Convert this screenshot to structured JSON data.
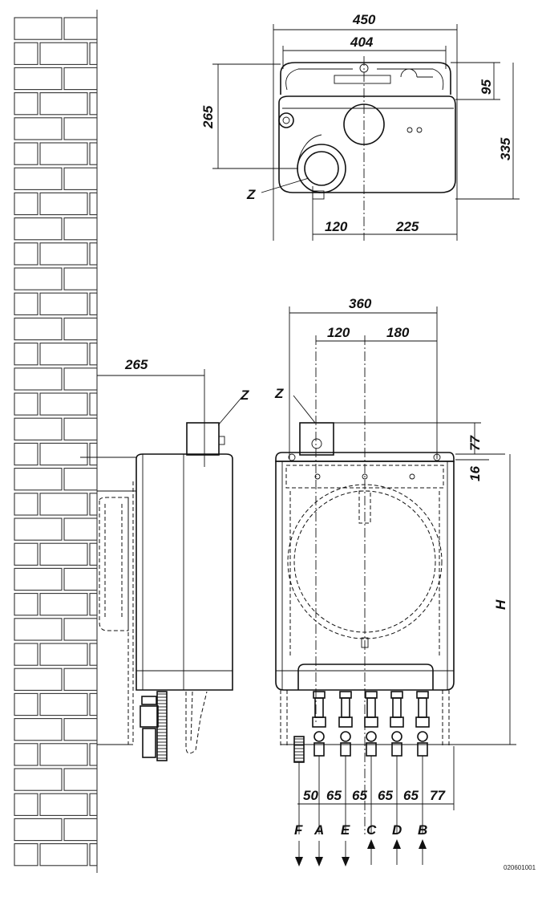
{
  "top_view": {
    "dim_overall_width": "450",
    "dim_inner_width": "404",
    "dim_depth_left": "265",
    "dim_bracket": "95",
    "dim_depth_right": "335",
    "dim_flue_offset": "120",
    "dim_flue_to_side": "225",
    "flue_label": "Z"
  },
  "side_view": {
    "dim_wall_to_flue": "265",
    "flue_label": "Z"
  },
  "front_view": {
    "dim_width": "360",
    "dim_left_to_flue": "120",
    "dim_flue_to_right": "180",
    "dim_flue_height": "77",
    "dim_bracket_height": "16",
    "dim_height": "H",
    "flue_label": "Z",
    "connection_spacing": [
      "50",
      "65",
      "65",
      "65",
      "65",
      "77"
    ],
    "connections": [
      {
        "label": "F",
        "direction": "down"
      },
      {
        "label": "A",
        "direction": "down"
      },
      {
        "label": "E",
        "direction": "down"
      },
      {
        "label": "C",
        "direction": "up"
      },
      {
        "label": "D",
        "direction": "up"
      },
      {
        "label": "B",
        "direction": "up"
      }
    ]
  },
  "drawing_code": "020601001"
}
